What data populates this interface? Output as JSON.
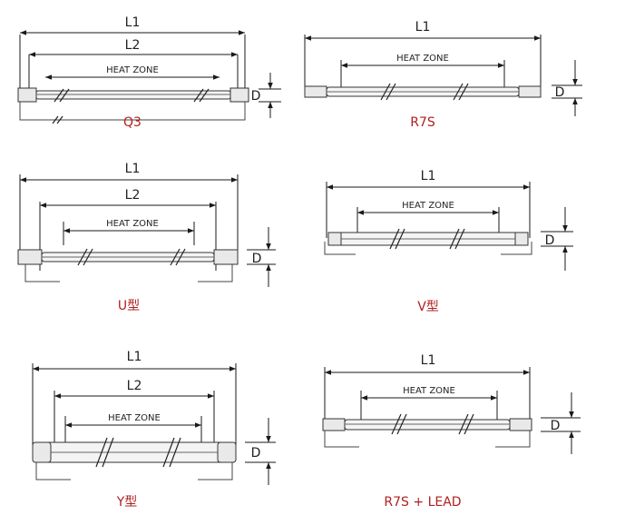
{
  "colors": {
    "name_color": "#b02020",
    "line_color": "#1a1a1a"
  },
  "labels": {
    "l1": "L1",
    "l2": "L2",
    "heat_zone": "HEAT ZONE",
    "d": "D"
  },
  "lamps": [
    {
      "name": "Q3"
    },
    {
      "name": "R7S"
    },
    {
      "name": "U型"
    },
    {
      "name": "V型"
    },
    {
      "name": "Y型"
    },
    {
      "name": "R7S + LEAD"
    }
  ]
}
